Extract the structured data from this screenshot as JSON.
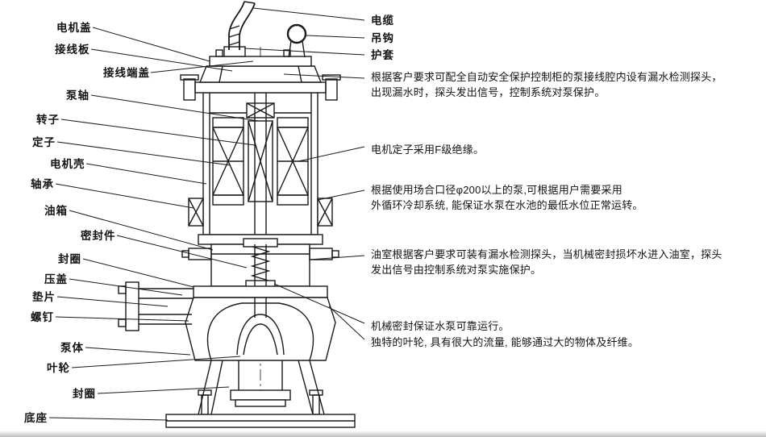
{
  "colors": {
    "line": "#1a1a1a",
    "background": "#ffffff"
  },
  "left_labels": [
    {
      "text": "电机盖"
    },
    {
      "text": "接线板"
    },
    {
      "text": "接线端盖"
    },
    {
      "text": "泵轴"
    },
    {
      "text": "转子"
    },
    {
      "text": "定子"
    },
    {
      "text": "电机壳"
    },
    {
      "text": "轴承"
    },
    {
      "text": "油箱"
    },
    {
      "text": "密封件"
    },
    {
      "text": "封圈"
    },
    {
      "text": "压盖"
    },
    {
      "text": "垫片"
    },
    {
      "text": "螺钉"
    },
    {
      "text": "泵体"
    },
    {
      "text": "叶轮"
    },
    {
      "text": "封圈"
    },
    {
      "text": "底座"
    }
  ],
  "right_annotations": [
    {
      "text": "电缆"
    },
    {
      "text": "吊钩"
    },
    {
      "text": "护套"
    },
    {
      "line1": "根据客户要求可配全自动安全保护控制柜的泵接线腔内设有漏水检测探头，",
      "line2": "出现漏水时，探头发出信号，控制系统对泵保护。"
    },
    {
      "text": "电机定子采用F级绝缘。"
    },
    {
      "line1": "根据使用场合口径φ200以上的泵,可根据用户需要采用",
      "line2": "外循环冷却系统, 能保证水泵在水池的最低水位正常运转。"
    },
    {
      "line1": "油室根据客户要求可装有漏水检测探头，当机械密封损坏水进入油室，探头",
      "line2": "发出信号由控制系统对泵实施保护。"
    },
    {
      "text": "机械密封保证水泵可靠运行。"
    },
    {
      "text": "独特的叶轮, 具有很大的流量, 能够通过大的物体及纤维。"
    }
  ]
}
